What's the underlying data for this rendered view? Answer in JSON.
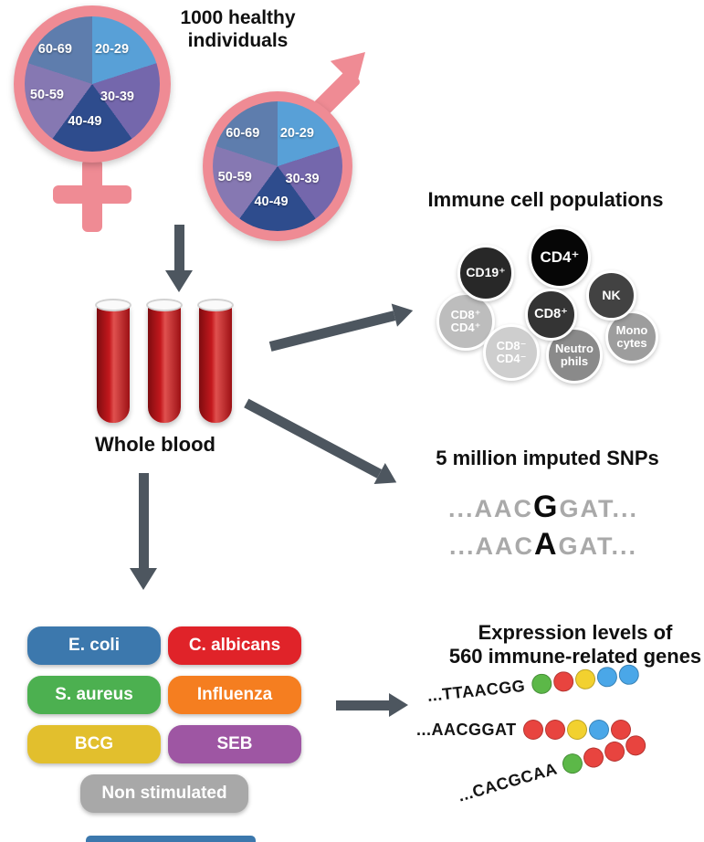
{
  "colors": {
    "arrow": "#4d565f",
    "gender": "#ef8b94",
    "blood": "#c3181d"
  },
  "figure": {
    "title": "1000 healthy\nindividuals"
  },
  "demographics": {
    "age_groups": [
      "20-29",
      "30-39",
      "40-49",
      "50-59",
      "60-69"
    ],
    "pie_colors": [
      "#58a0d7",
      "#7467ac",
      "#2e4c8d",
      "#8678b2",
      "#5e7dad"
    ]
  },
  "blood": {
    "label": "Whole blood"
  },
  "immune": {
    "title": "Immune cell populations",
    "cells": [
      {
        "label": "CD19⁺",
        "color": "#282828"
      },
      {
        "label": "CD4⁺",
        "color": "#060606"
      },
      {
        "label": "NK",
        "color": "#424242"
      },
      {
        "label": "CD8⁺",
        "color": "#343434"
      },
      {
        "label": "CD8⁺\nCD4⁺",
        "color": "#bdbdbd"
      },
      {
        "label": "CD8⁻\nCD4⁻",
        "color": "#cecece"
      },
      {
        "label": "Neutro\nphils",
        "color": "#8a8a8a"
      },
      {
        "label": "Mono\ncytes",
        "color": "#9d9d9d"
      }
    ]
  },
  "snps": {
    "title": "5 million imputed SNPs",
    "lines": [
      {
        "prefix": "...AAC",
        "variant": "G",
        "suffix": "GAT..."
      },
      {
        "prefix": "...AAC",
        "variant": "A",
        "suffix": "GAT..."
      }
    ]
  },
  "stimulations": {
    "items": [
      {
        "label": "E. coli",
        "color": "#3c78ad"
      },
      {
        "label": "C. albicans",
        "color": "#e02329"
      },
      {
        "label": "S. aureus",
        "color": "#4cb050"
      },
      {
        "label": "Influenza",
        "color": "#f57e20"
      },
      {
        "label": "BCG",
        "color": "#e2bf2d"
      },
      {
        "label": "SEB",
        "color": "#9e56a3"
      },
      {
        "label": "Non stimulated",
        "color": "#a8a8a8"
      }
    ]
  },
  "expression": {
    "title": "Expression levels of\n560 immune-related genes",
    "rows": [
      {
        "sequence": "...TTAACGG",
        "dots": [
          "#5cb848",
          "#e8443f",
          "#f2d12f",
          "#4aa7e8",
          "#4aa7e8"
        ]
      },
      {
        "sequence": "...AACGGAT",
        "dots": [
          "#e8443f",
          "#e8443f",
          "#f2d12f",
          "#4aa7e8",
          "#e8443f"
        ]
      },
      {
        "sequence": "...CACGCAA",
        "dots": [
          "#5cb848",
          "#e8443f",
          "#e8443f",
          "#e8443f"
        ]
      }
    ]
  },
  "footer_partial": {
    "color": "#3c78ad"
  }
}
